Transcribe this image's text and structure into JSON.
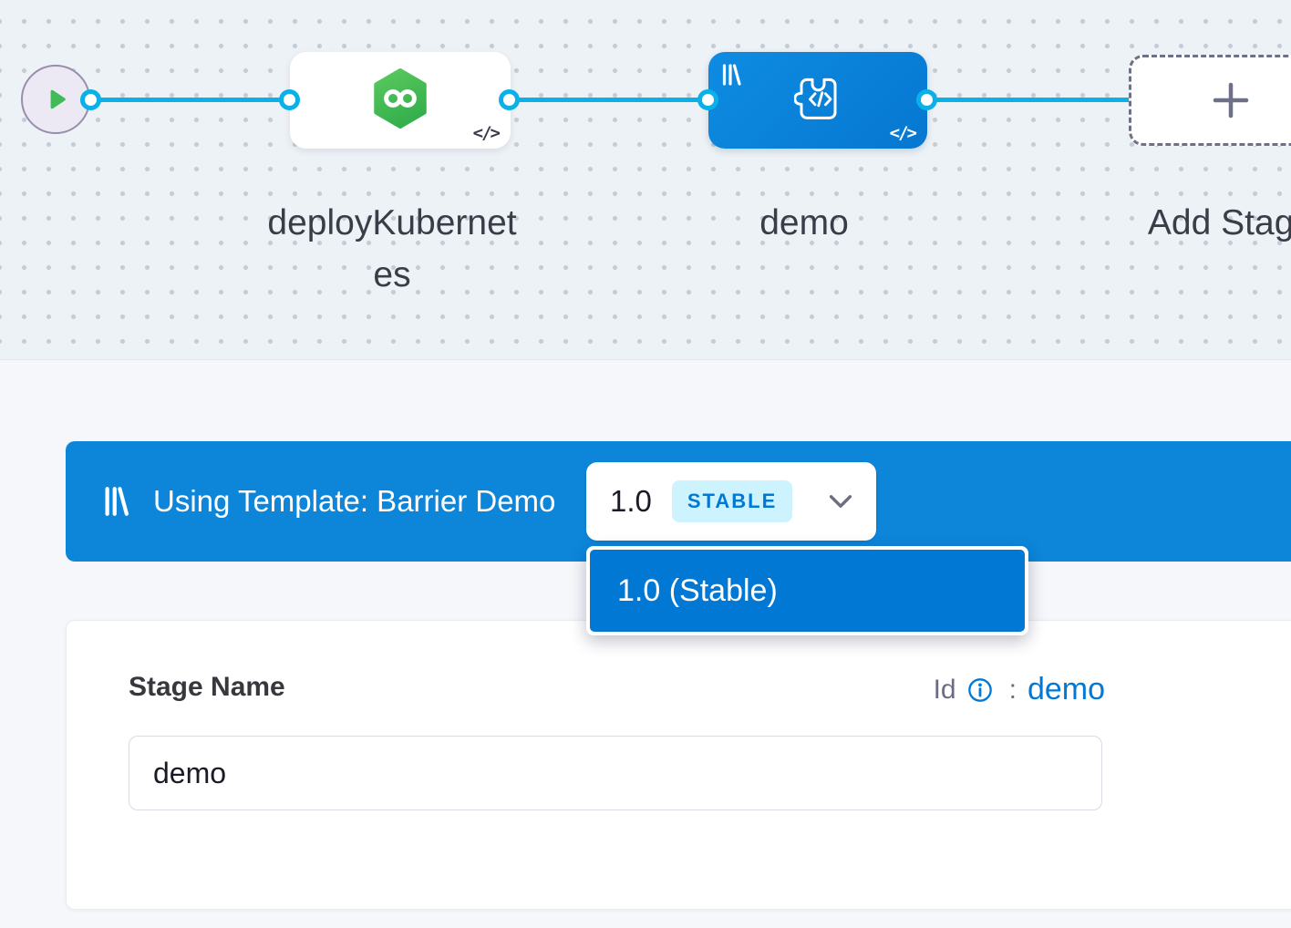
{
  "pipeline": {
    "code_glyph": "</>",
    "nodes": [
      {
        "name": "deployKubernetes"
      },
      {
        "name": "demo"
      },
      {
        "name": "Add Stage"
      }
    ]
  },
  "template_banner": {
    "label": "Using Template: Barrier Demo",
    "version": "1.0",
    "badge": "STABLE"
  },
  "version_dropdown": {
    "items": [
      {
        "label": "1.0 (Stable)"
      }
    ]
  },
  "stage_form": {
    "name_label": "Stage Name",
    "name_value": "demo",
    "id_label": "Id",
    "id_separator": ":",
    "id_value": "demo"
  },
  "colors": {
    "accent_blue": "#0278D5",
    "banner_blue": "#0d86d9",
    "node_blue_gradient": [
      "#0e8ce2",
      "#0677d1"
    ],
    "connector_blue": "#0ab1e9",
    "stage_green": "#42ba57",
    "badge_bg": "#CDF4FE",
    "canvas_bg": "#edf2f6",
    "label_text": "#3a3d48"
  }
}
